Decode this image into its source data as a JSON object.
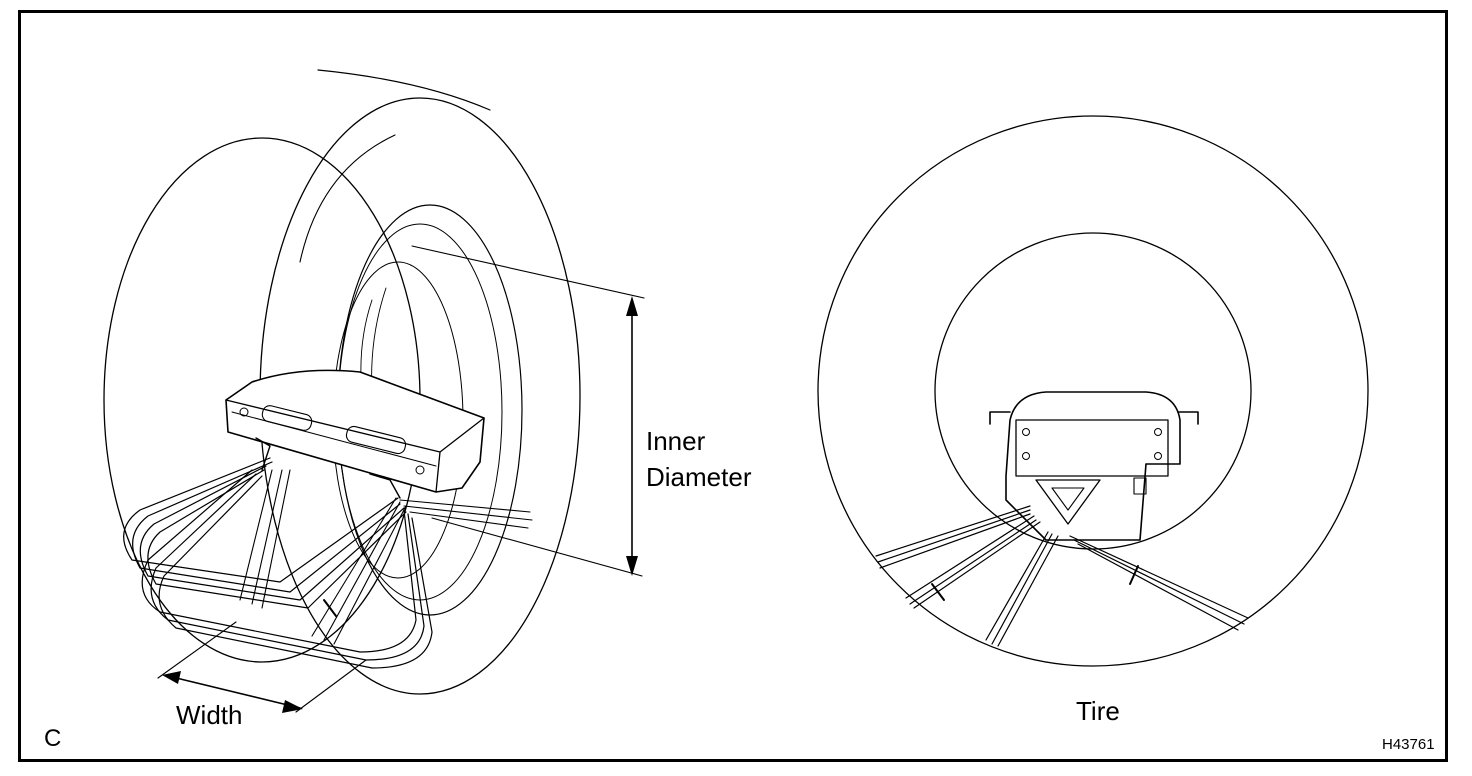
{
  "labels": {
    "inner": "Inner",
    "diameter": "Diameter",
    "width": "Width",
    "tire": "Tire",
    "view_letter": "C",
    "figure_code": "H43761"
  },
  "colors": {
    "line": "#000000",
    "background": "#ffffff"
  }
}
